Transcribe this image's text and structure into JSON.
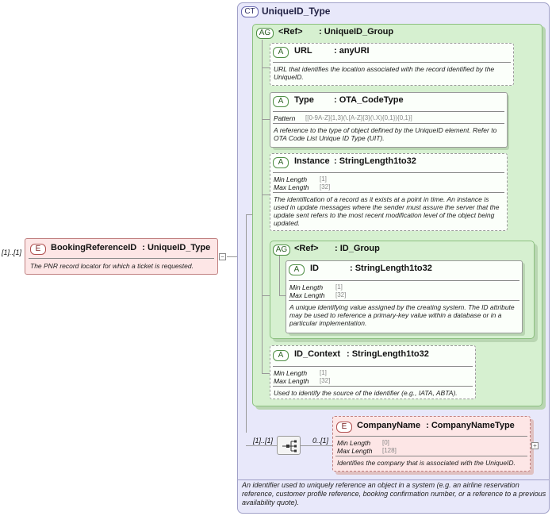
{
  "root": {
    "multiplicity": "[1]..[1]",
    "badge": "E",
    "name": "BookingReferenceID",
    "type": ": UniqueID_Type",
    "description": "The PNR record locator for which a ticket is requested."
  },
  "complex_type": {
    "badge": "CT",
    "name": "UniqueID_Type",
    "description": "An identifier used to uniquely reference an object in a system (e.g. an airline reservation reference, customer profile reference, booking confirmation number, or a reference to a previous availability quote)."
  },
  "group_outer": {
    "badge": "AG",
    "ref": "<Ref>",
    "type": ": UniqueID_Group"
  },
  "attr_url": {
    "badge": "A",
    "name": "URL",
    "type": ": anyURI",
    "description": "URL that identifies the location associated with the record identified by the UniqueID."
  },
  "attr_type": {
    "badge": "A",
    "name": "Type",
    "type": ": OTA_CodeType",
    "pattern_label": "Pattern",
    "pattern_value": "[[0-9A-Z]{1,3}(\\.[A-Z]{3}(\\.X){0,1}){0,1}]",
    "description": "A reference to the type of object defined by the UniqueID element. Refer to OTA Code List Unique ID Type (UIT)."
  },
  "attr_instance": {
    "badge": "A",
    "name": "Instance",
    "type": ": StringLength1to32",
    "min_label": "Min Length",
    "min_value": "[1]",
    "max_label": "Max Length",
    "max_value": "[32]",
    "description": "The identification of a record as it exists at a point in time. An instance is used in update messages where the sender must assure the server that the update sent refers to the most recent modification level of the object being updated."
  },
  "group_inner": {
    "badge": "AG",
    "ref": "<Ref>",
    "type": ": ID_Group"
  },
  "attr_id": {
    "badge": "A",
    "name": "ID",
    "type": ": StringLength1to32",
    "min_label": "Min Length",
    "min_value": "[1]",
    "max_label": "Max Length",
    "max_value": "[32]",
    "description": "A unique identifying value assigned by the creating system.  The ID attribute may be used to reference a primary-key value within a database or in a particular implementation."
  },
  "attr_id_context": {
    "badge": "A",
    "name": "ID_Context",
    "type": ": StringLength1to32",
    "min_label": "Min Length",
    "min_value": "[1]",
    "max_label": "Max Length",
    "max_value": "[32]",
    "description": "Used to identify the source of the identifier (e.g., IATA, ABTA)."
  },
  "sequence": {
    "multiplicity": "[1]..[1]"
  },
  "company_name": {
    "multiplicity": "0..[1]",
    "badge": "E",
    "name": "CompanyName",
    "type": ": CompanyNameType",
    "min_label": "Min Length",
    "min_value": "[0]",
    "max_label": "Max Length",
    "max_value": "[128]",
    "description": "Identifies the company that is associated with the UniqueID."
  },
  "colors": {
    "complex_type_bg": "#e8e8fa",
    "attribute_group_bg": "#d6f0d0",
    "element_bg": "#fde6e6",
    "attribute_bg": "#fbfffa"
  }
}
